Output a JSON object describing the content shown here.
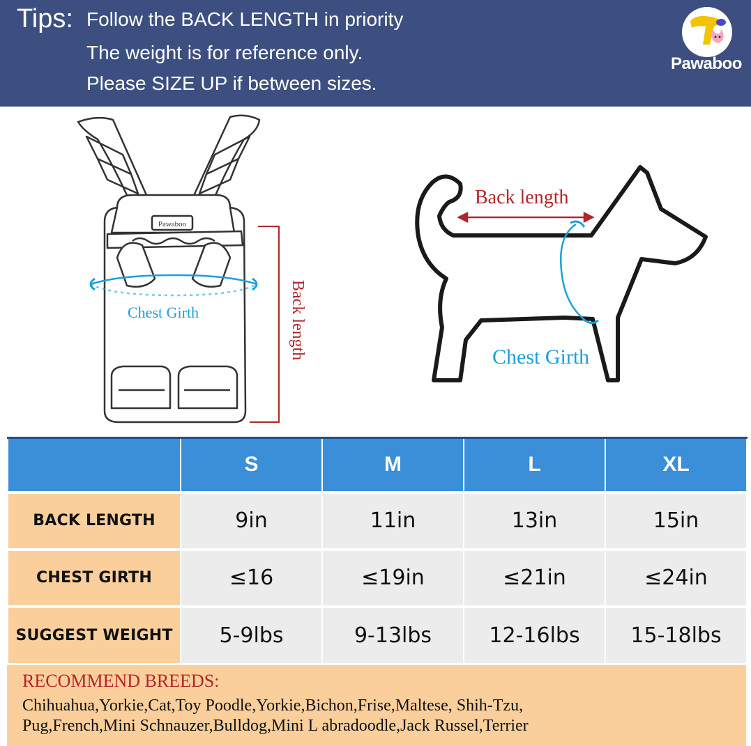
{
  "banner": {
    "tips_word": "Tips:",
    "line_1": "Follow the BACK LENGTH in priority",
    "line_2": "The weight is for reference only.",
    "line_3": "Please SIZE UP if between sizes.",
    "background_color": "#3c4f80"
  },
  "logo": {
    "brand_name": "Pawaboo",
    "icon": "cartoon-dog-cat-logo"
  },
  "illustrations": {
    "carrier": {
      "icon": "pet-carrier-backpack-icon",
      "badge_text": "Pawaboo",
      "chest_girth_label": "Chest Girth",
      "back_length_label": "Back length"
    },
    "dog": {
      "icon": "dog-silhouette-icon",
      "back_length_label": "Back length",
      "chest_girth_label": "Chest Girth"
    },
    "colors": {
      "back_length": "#b0262a",
      "chest_girth": "#1aa0d8"
    }
  },
  "size_table": {
    "header_color": "#3a8fd8",
    "row_head_color": "#fbcf9b",
    "sizes": [
      "S",
      "M",
      "L",
      "XL"
    ],
    "rows": [
      {
        "label": "BACK LENGTH",
        "values": [
          "9in",
          "11in",
          "13in",
          "15in"
        ]
      },
      {
        "label": "CHEST GIRTH",
        "values": [
          "≤16",
          "≤19in",
          "≤21in",
          "≤24in"
        ]
      },
      {
        "label": "SUGGEST WEIGHT",
        "values": [
          "5-9lbs",
          "9-13lbs",
          "12-16lbs",
          "15-18lbs"
        ]
      }
    ]
  },
  "breeds": {
    "title": "RECOMMEND BREEDS:",
    "line_1": "Chihuahua,Yorkie,Cat,Toy Poodle,Yorkie,Bichon,Frise,Maltese, Shih-Tzu,",
    "line_2": "Pug,French,Mini Schnauzer,Bulldog,Mini L abradoodle,Jack Russel,Terrier"
  }
}
